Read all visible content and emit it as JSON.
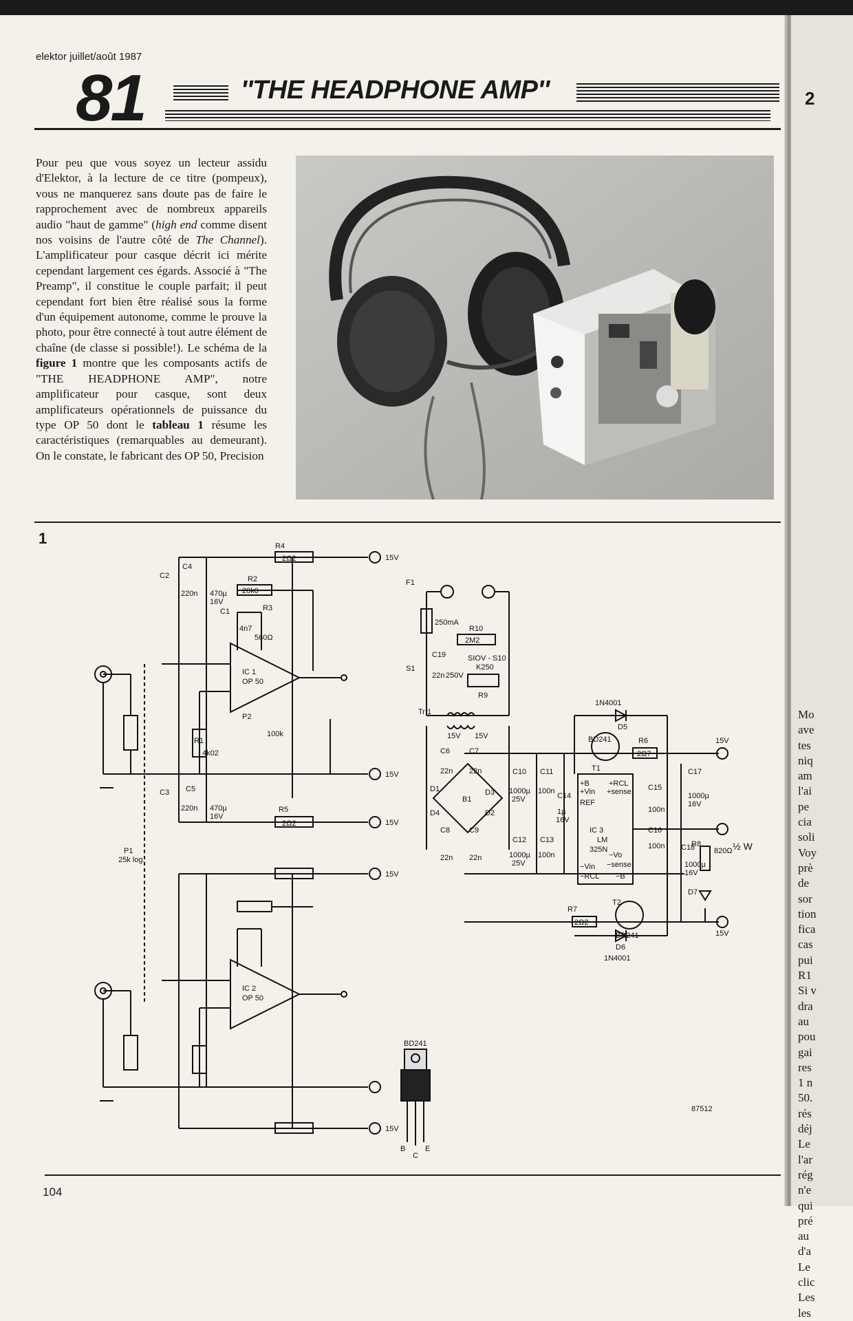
{
  "masthead": "elektor juillet/août 1987",
  "article": {
    "number": "81",
    "title": "''THE HEADPHONE AMP''"
  },
  "body_html": "Pour peu que vous soyez un lecteur assidu d'Elektor, à la lecture de ce titre (pompeux), vous ne manquerez sans doute pas de faire le rapprochement avec de nombreux appareils audio \"haut de gamme\" (<i>high end</i> comme disent nos voisins de l'autre côté de <i>The Channel</i>). L'amplificateur pour casque décrit ici mérite cependant largement ces égards. Associé à \"The Preamp\", il constitue le couple parfait; il peut cependant fort bien être réalisé sous la forme d'un équipement autonome, comme le prouve la photo, pour être connecté à tout autre élément de chaîne (de classe si possible!). Le schéma de la <b>figure 1</b> montre que les composants actifs de \"THE HEADPHONE AMP\", notre amplificateur pour casque, sont deux amplificateurs opérationnels de puissance du type OP 50 dont le <b>tableau 1</b> résume les caractéristiques (remarquables au demeurant). On le constate, le fabricant des OP 50, Precision",
  "figure": {
    "number": "1",
    "ref": "87512",
    "labels": {
      "C2": "C2",
      "C2v": "220n",
      "C4": "C4",
      "C4v": "470µ",
      "C4v2": "16V",
      "R4": "R4",
      "R4v": "2Ω2",
      "R2": "R2",
      "R2v": "20k0",
      "C1": "C1",
      "C1v": "4n7",
      "R3": "R3",
      "R3v": "560Ω",
      "IC1": "IC 1",
      "IC1t": "OP 50",
      "R1": "R1",
      "R1v": "4k02",
      "P2": "P2",
      "P2v": "100k",
      "C3": "C3",
      "C3v": "220n",
      "C5": "C5",
      "C5v": "470µ",
      "C5v2": "16V",
      "R5": "R5",
      "R5v": "2Ω2",
      "P1": "P1",
      "P1v": "25k log.",
      "plus15": "15V",
      "minus15": "15V",
      "zero15": "15V",
      "IC2": "IC 2",
      "IC2t": "OP 50",
      "F1": "F1",
      "F1v": "250mA",
      "R10": "R10",
      "R10v": "2M2",
      "S1": "S1",
      "C19": "C19",
      "C19v": "22n",
      "C19v2": "250V",
      "siov": "SIOV - S10",
      "siov2": "K250",
      "R9": "R9",
      "Tr1": "Tr 1",
      "tr15a": "15V",
      "tr15b": "15V",
      "D5": "D5",
      "D5t": "1N4001",
      "D6": "D6",
      "D6t": "1N4001",
      "T1t": "BD241",
      "T1": "T1",
      "T2": "T2",
      "T2t": "BD241",
      "R6": "R6",
      "R6v": "2Ω7",
      "R7": "R7",
      "R7v": "2Ω2",
      "R8": "R8",
      "R8v": "820Ω",
      "D7": "D7",
      "C6": "C6",
      "C7": "C7",
      "C8": "C8",
      "C9": "C9",
      "c22n": "22n",
      "B1": "B1",
      "D1": "D1",
      "D2": "D2",
      "D3": "D3",
      "D4": "D4",
      "C10": "C10",
      "C10v": "1000µ",
      "C10v2": "25V",
      "C11": "C11",
      "C11v": "100n",
      "C12": "C12",
      "C12v": "1000µ",
      "C12v2": "25V",
      "C13": "C13",
      "C13v": "100n",
      "C14": "C14",
      "C14v": "1µ",
      "C14v2": "16V",
      "IC3": "IC 3",
      "IC3t": "LM",
      "IC3t2": "325N",
      "C15": "C15",
      "C15v": "100n",
      "C16": "C16",
      "C16v": "100n",
      "C17": "C17",
      "C17v": "1000µ",
      "C17v2": "16V",
      "C18": "C18",
      "C18v": "1000µ",
      "C18v2": "16V",
      "out15p": "15V",
      "out15m": "15V",
      "halfW": "½ W",
      "pkg": "BD241",
      "pinB": "B",
      "pinC": "C",
      "pinE": "E",
      "pinREF": "REF",
      "pinVin": "+Vin",
      "pinB+": "+B",
      "pinRCL": "+RCL",
      "pinSense": "+sense",
      "pinVo": "−Vo",
      "pinSense2": "−sense",
      "pinVin2": "−Vin",
      "pinRCL2": "−RCL",
      "pinB2": "−B"
    }
  },
  "folio": "104",
  "next_page": {
    "number": "2",
    "lines": [
      "Mo",
      "ave",
      "tes",
      "niq",
      "am",
      "l'ai",
      "pe",
      "cia",
      "soli",
      "Voy",
      "prè",
      "de",
      "sor",
      "tion",
      "fica",
      "cas",
      "pui",
      "R1",
      "Si v",
      "dra",
      "au",
      "pou",
      "gai",
      "res",
      "1 n",
      "50.",
      "rés",
      "déj",
      "Le",
      "l'ar",
      "rég",
      "n'e",
      "qui",
      "pré",
      "au",
      "d'a",
      "Le",
      "clic",
      "Les",
      "les"
    ]
  }
}
